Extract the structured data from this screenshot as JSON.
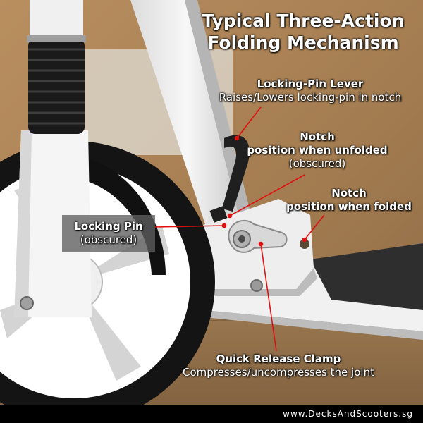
{
  "title": {
    "line1": "Typical Three-Action",
    "line2": "Folding Mechanism"
  },
  "labels": {
    "lever": {
      "heading": "Locking-Pin Lever",
      "desc": "Raises/Lowers locking-pin in notch"
    },
    "notch_unfolded": {
      "heading_line1": "Notch",
      "heading_line2": "position when unfolded",
      "note": "(obscured)"
    },
    "notch_folded": {
      "heading_line1": "Notch",
      "heading_line2": "position when folded"
    },
    "locking_pin": {
      "heading": "Locking Pin",
      "note": "(obscured)"
    },
    "clamp": {
      "heading": "Quick Release Clamp",
      "desc": "Compresses/uncompresses the joint"
    }
  },
  "footer": {
    "url": "www.DecksAndScooters.sg"
  },
  "colors": {
    "callout_line": "#e01010",
    "title_text": "#ffffff",
    "footer_bg": "#000000"
  }
}
